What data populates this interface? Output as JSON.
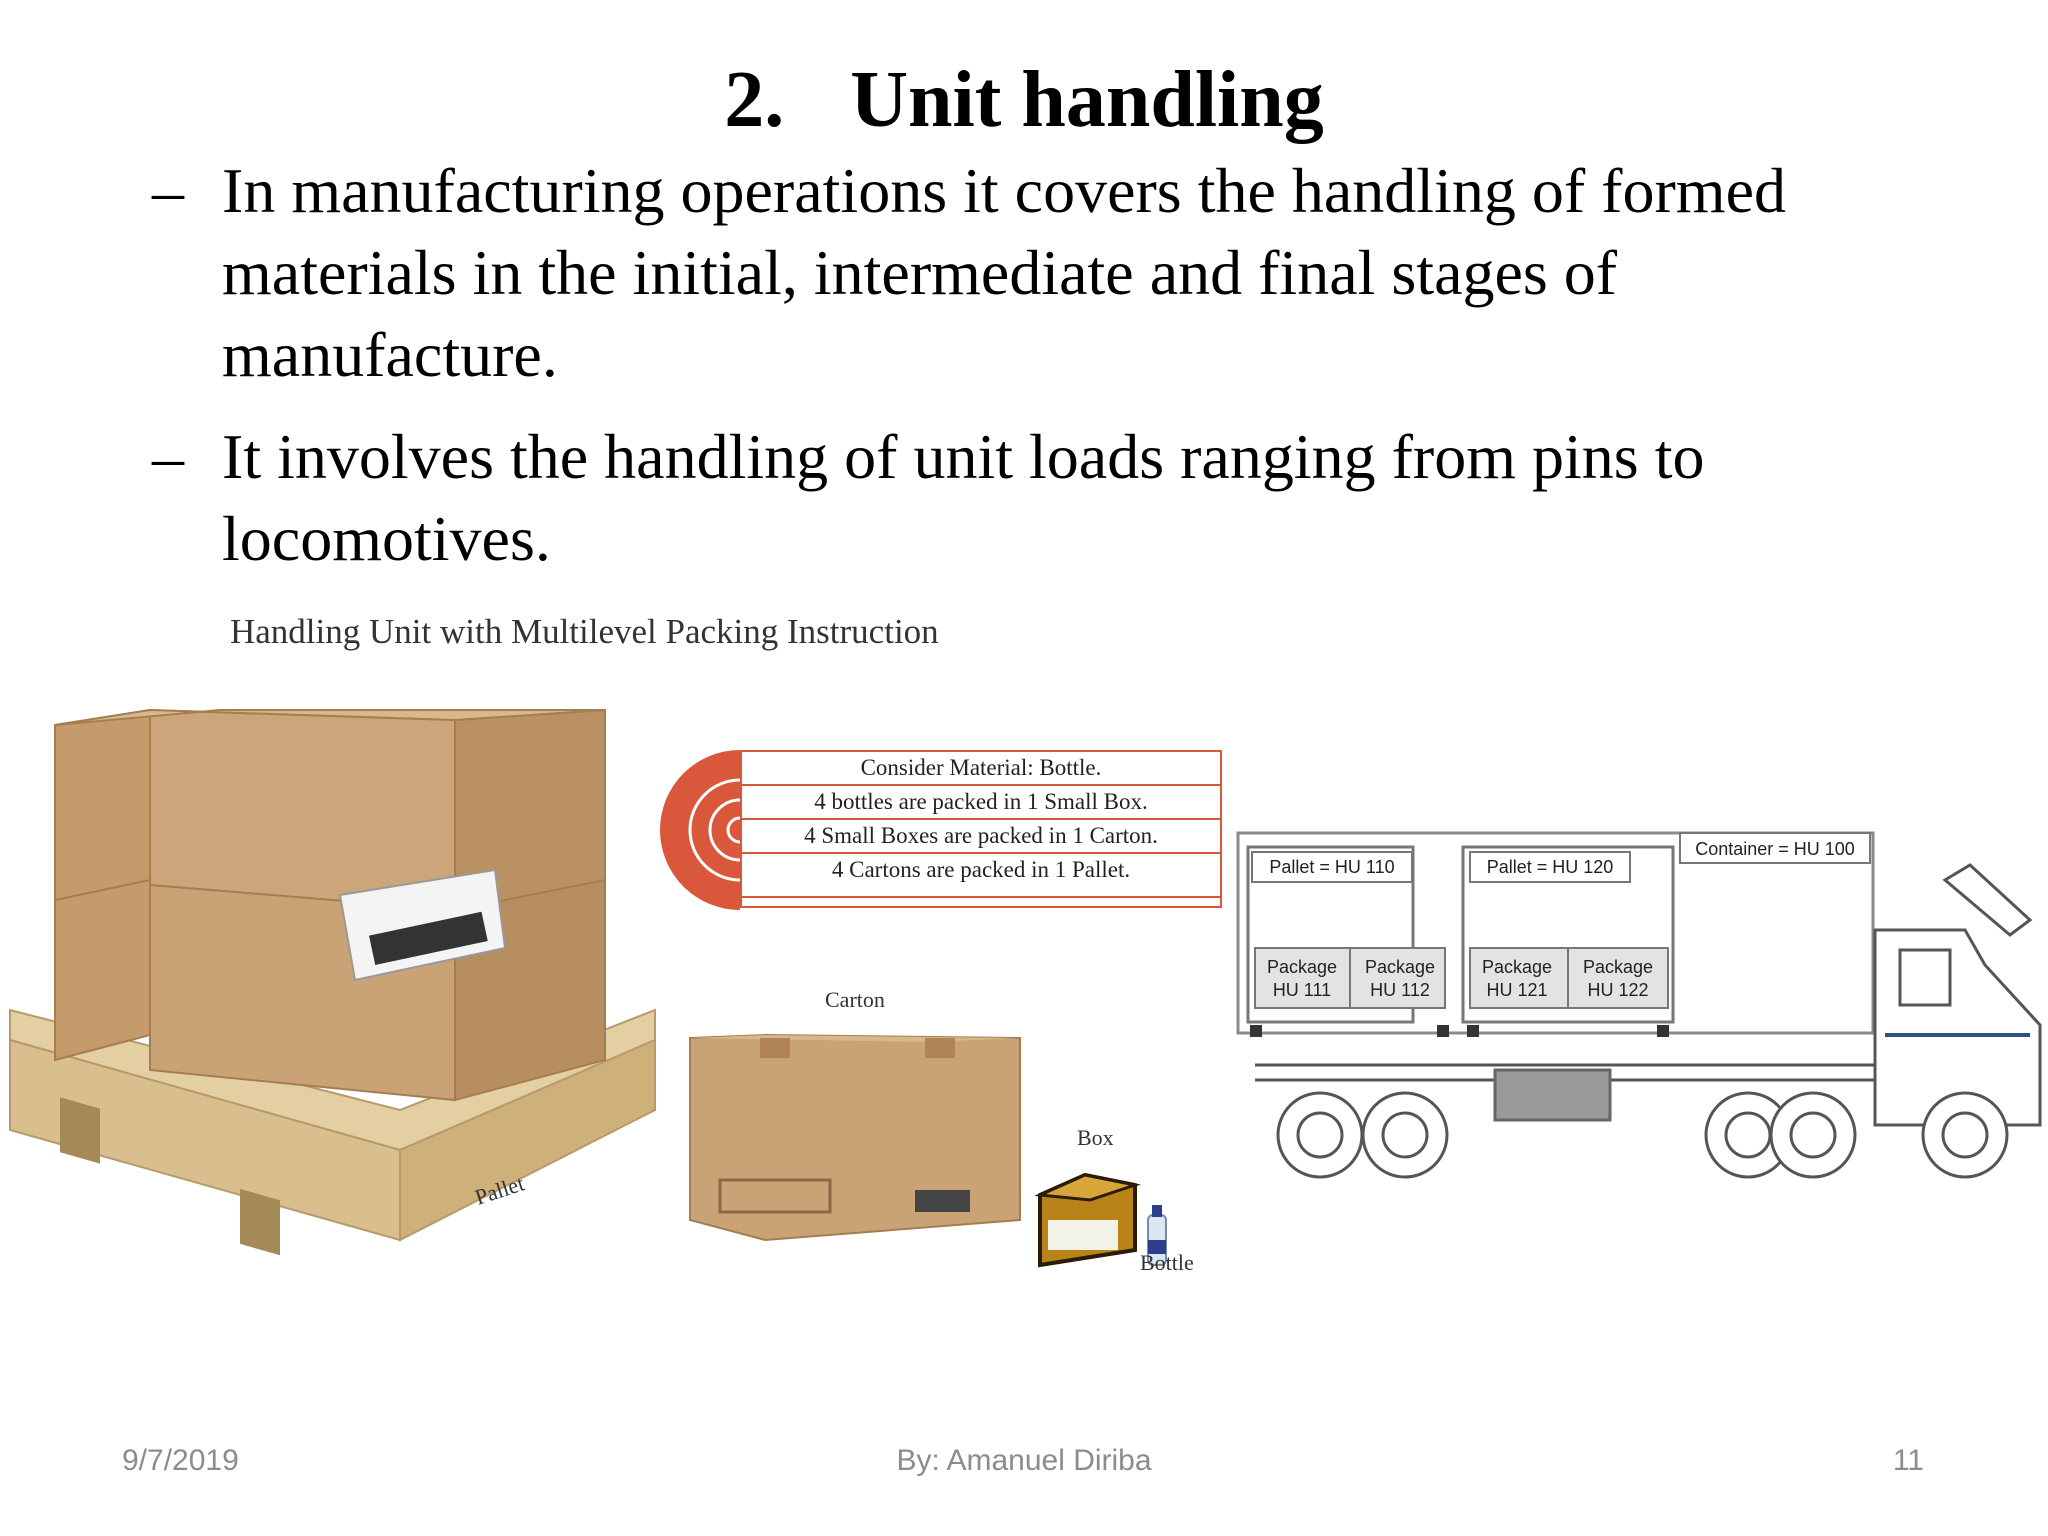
{
  "slide": {
    "title_number": "2.",
    "title_text": "Unit handling",
    "bullets": [
      "In manufacturing operations it covers the handling of formed materials in the initial, intermediate and final stages of manufacture.",
      "It involves the handling of unit loads ranging from pins to locomotives."
    ],
    "bullet_marker": "–"
  },
  "figure": {
    "caption": "Handling Unit with Multilevel Packing Instruction",
    "packing_instruction": [
      "Consider Material: Bottle.",
      "4 bottles are packed in 1 Small Box.",
      "4 Small Boxes  are packed in 1 Carton.",
      "4 Cartons are packed in 1 Pallet."
    ],
    "item_labels": {
      "pallet": "Pallet",
      "carton": "Carton",
      "box": "Box",
      "bottle": "Bottle"
    },
    "truck": {
      "container": "Container = HU 100",
      "pallets": [
        {
          "label": "Pallet = HU 110",
          "packages": [
            {
              "line1": "Package",
              "line2": "HU 111"
            },
            {
              "line1": "Package",
              "line2": "HU 112"
            }
          ]
        },
        {
          "label": "Pallet = HU 120",
          "packages": [
            {
              "line1": "Package",
              "line2": "HU 121"
            },
            {
              "line1": "Package",
              "line2": "HU 122"
            }
          ]
        }
      ]
    },
    "colors": {
      "box_cardboard": "#c9a276",
      "pallet_wood": "#e4cfa3",
      "packing_accent": "#d9573a"
    }
  },
  "footer": {
    "date": "9/7/2019",
    "author": "By: Amanuel Diriba",
    "page_number": "11"
  }
}
